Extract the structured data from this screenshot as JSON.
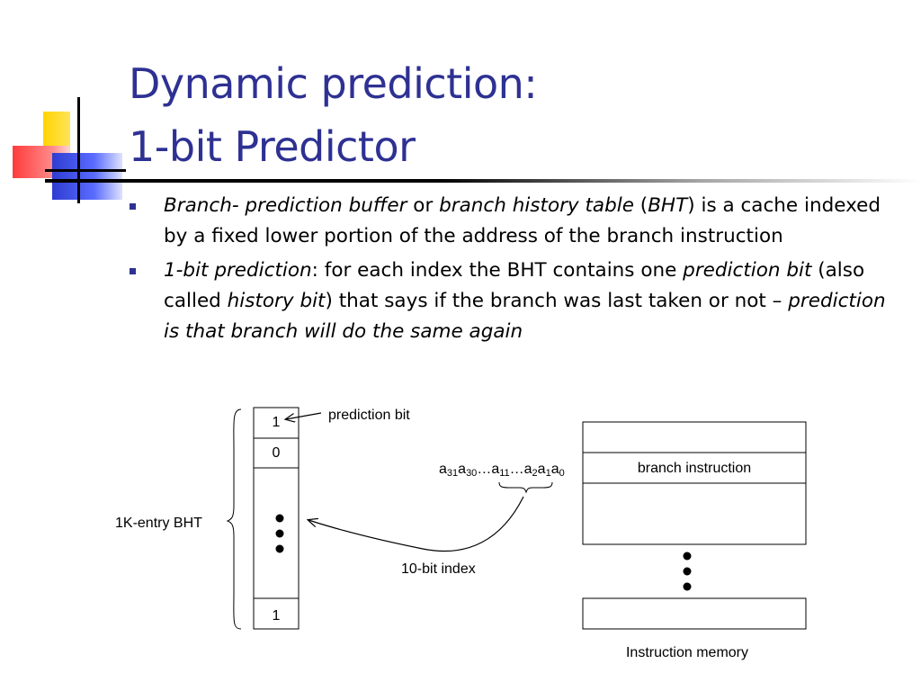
{
  "slide": {
    "title_line1": "Dynamic prediction:",
    "title_line2": "1-bit Predictor"
  },
  "bullets": [
    {
      "segments": [
        {
          "text": "Branch- prediction buffer",
          "italic": true
        },
        {
          "text": " or ",
          "italic": false
        },
        {
          "text": "branch history table",
          "italic": true
        },
        {
          "text": " (",
          "italic": false
        },
        {
          "text": "BHT",
          "italic": true
        },
        {
          "text": ") is a cache indexed by a fixed lower portion of the address of the branch instruction",
          "italic": false
        }
      ]
    },
    {
      "segments": [
        {
          "text": "1-bit prediction",
          "italic": true
        },
        {
          "text": ": for each index the BHT contains one ",
          "italic": false
        },
        {
          "text": "prediction bit",
          "italic": true
        },
        {
          "text": " (also called ",
          "italic": false
        },
        {
          "text": "history bit",
          "italic": true
        },
        {
          "text": ") that says if the branch was last taken or not – ",
          "italic": false
        },
        {
          "text": "prediction is that branch will do the same again",
          "italic": true
        }
      ]
    }
  ],
  "diagram": {
    "bht_cell_top": "1",
    "bht_cell_second": "0",
    "bht_cell_bottom": "1",
    "prediction_bit_label": "prediction bit",
    "bht_label": "1K-entry BHT",
    "index_label": "10-bit index",
    "branch_instruction_label": "branch instruction",
    "instruction_memory_label": "Instruction memory",
    "address_parts": [
      {
        "base": "a",
        "sub": "31"
      },
      {
        "base": "a",
        "sub": "30"
      },
      {
        "base": "…a",
        "sub": "11"
      },
      {
        "base": "…a",
        "sub": "2"
      },
      {
        "base": "a",
        "sub": "1"
      },
      {
        "base": "a",
        "sub": "0"
      }
    ]
  },
  "colors": {
    "title": "#2e3192",
    "bullet_mark": "#2e3192"
  }
}
